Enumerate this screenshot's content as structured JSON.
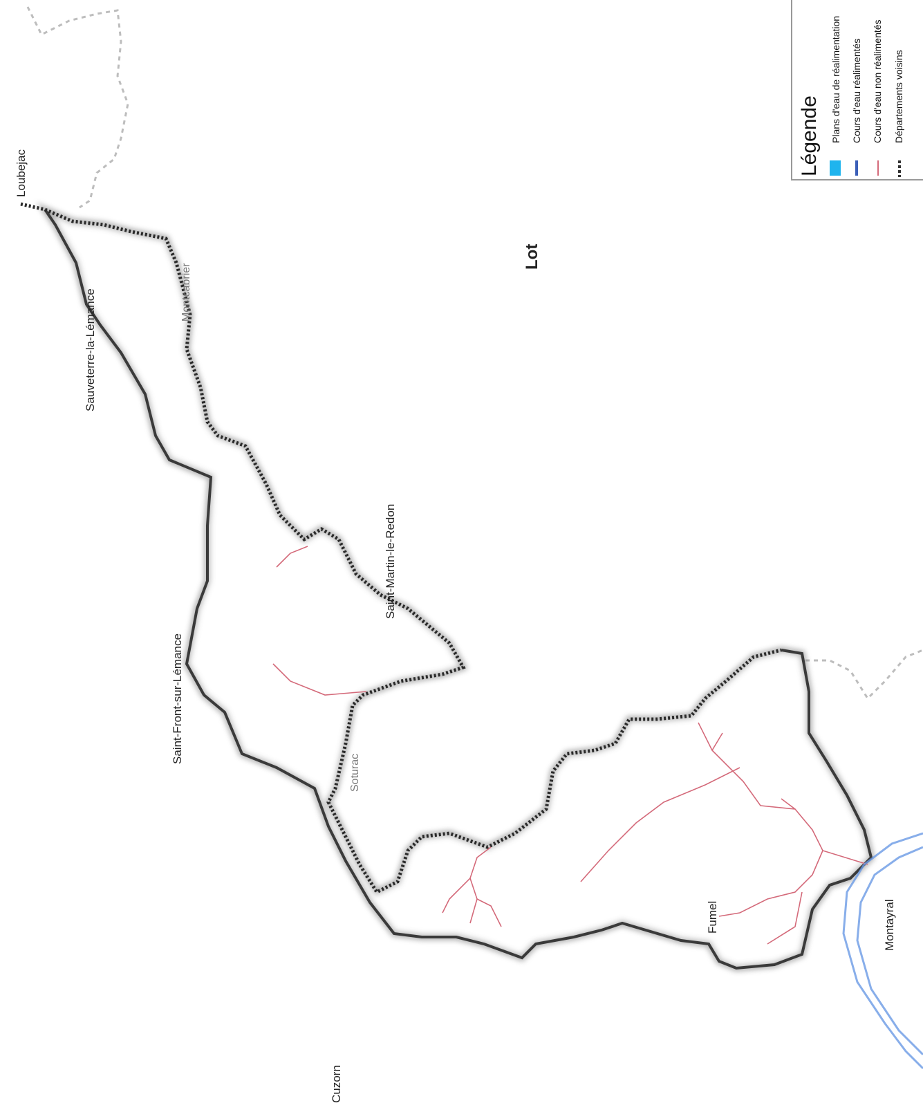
{
  "places": {
    "loubejac": "Loubejac",
    "sauveterre": "Sauveterre-la-Lémance",
    "montcabrier": "Montcabrier",
    "saint_martin": "Saint-Martin-le-Redon",
    "saint_front": "Saint-Front-sur-Lémance",
    "soturac": "Soturac",
    "fumel": "Fumel",
    "montayral": "Montayral",
    "cuzorn": "Cuzorn"
  },
  "region_label": "Lot",
  "legend": {
    "title": "Légende",
    "items": [
      {
        "label": "Plans d'eau de réalimentation",
        "symbol": "fill",
        "color": "#1fb4ee"
      },
      {
        "label": "Cours d'eau réalimentés",
        "symbol": "line",
        "color": "#3b5fb8"
      },
      {
        "label": "Cours d'eau non réalimentés",
        "symbol": "line",
        "color": "#d46a7a"
      },
      {
        "label": "Départements voisins",
        "symbol": "dashed",
        "color": "#333333"
      }
    ]
  },
  "colors": {
    "basin_outline": "#3a3a3a",
    "dept_border": "#b0b0b0",
    "river_unfed": "#d46a7a",
    "river_fed": "#5b8fe0"
  }
}
